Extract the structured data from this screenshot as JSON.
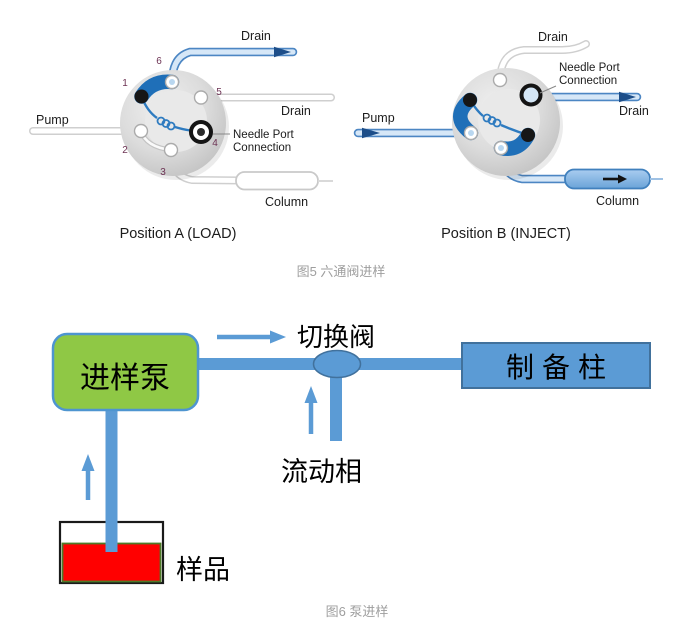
{
  "figure5": {
    "caption": "图5 六通阀进样",
    "position_a": {
      "title": "Position A (LOAD)",
      "port_numbers": [
        "1",
        "2",
        "3",
        "4",
        "5",
        "6"
      ],
      "labels": {
        "drain_top": "Drain",
        "drain_right": "Drain",
        "pump": "Pump",
        "needle_port_line1": "Needle Port",
        "needle_port_line2": "Connection",
        "column": "Column"
      }
    },
    "position_b": {
      "title": "Position B (INJECT)",
      "labels": {
        "drain_top": "Drain",
        "drain_right": "Drain",
        "pump": "Pump",
        "needle_port_line1": "Needle Port",
        "needle_port_line2": "Connection",
        "column": "Column"
      }
    },
    "colors": {
      "loop_blue": "#1f6fb8",
      "tube_blue_fill": "#d6e7f7",
      "tube_blue_edge": "#4c86c3",
      "arrow_dark_blue": "#1d4e89",
      "valve_body_gray": "#d7d7d7"
    }
  },
  "figure6": {
    "caption": "图6 泵进样",
    "pump_box_label": "进样泵",
    "switch_valve_label": "切换阀",
    "prep_column_label": "制备柱",
    "mobile_phase_label": "流动相",
    "sample_label": "样品",
    "colors": {
      "pipe_blue": "#5b9bd5",
      "box_border_blue": "#41719c",
      "pump_box_green": "#8fc845",
      "pump_box_border": "#4e95d0",
      "sample_red": "#ff0000",
      "sample_border_green": "#4e7a28"
    }
  }
}
